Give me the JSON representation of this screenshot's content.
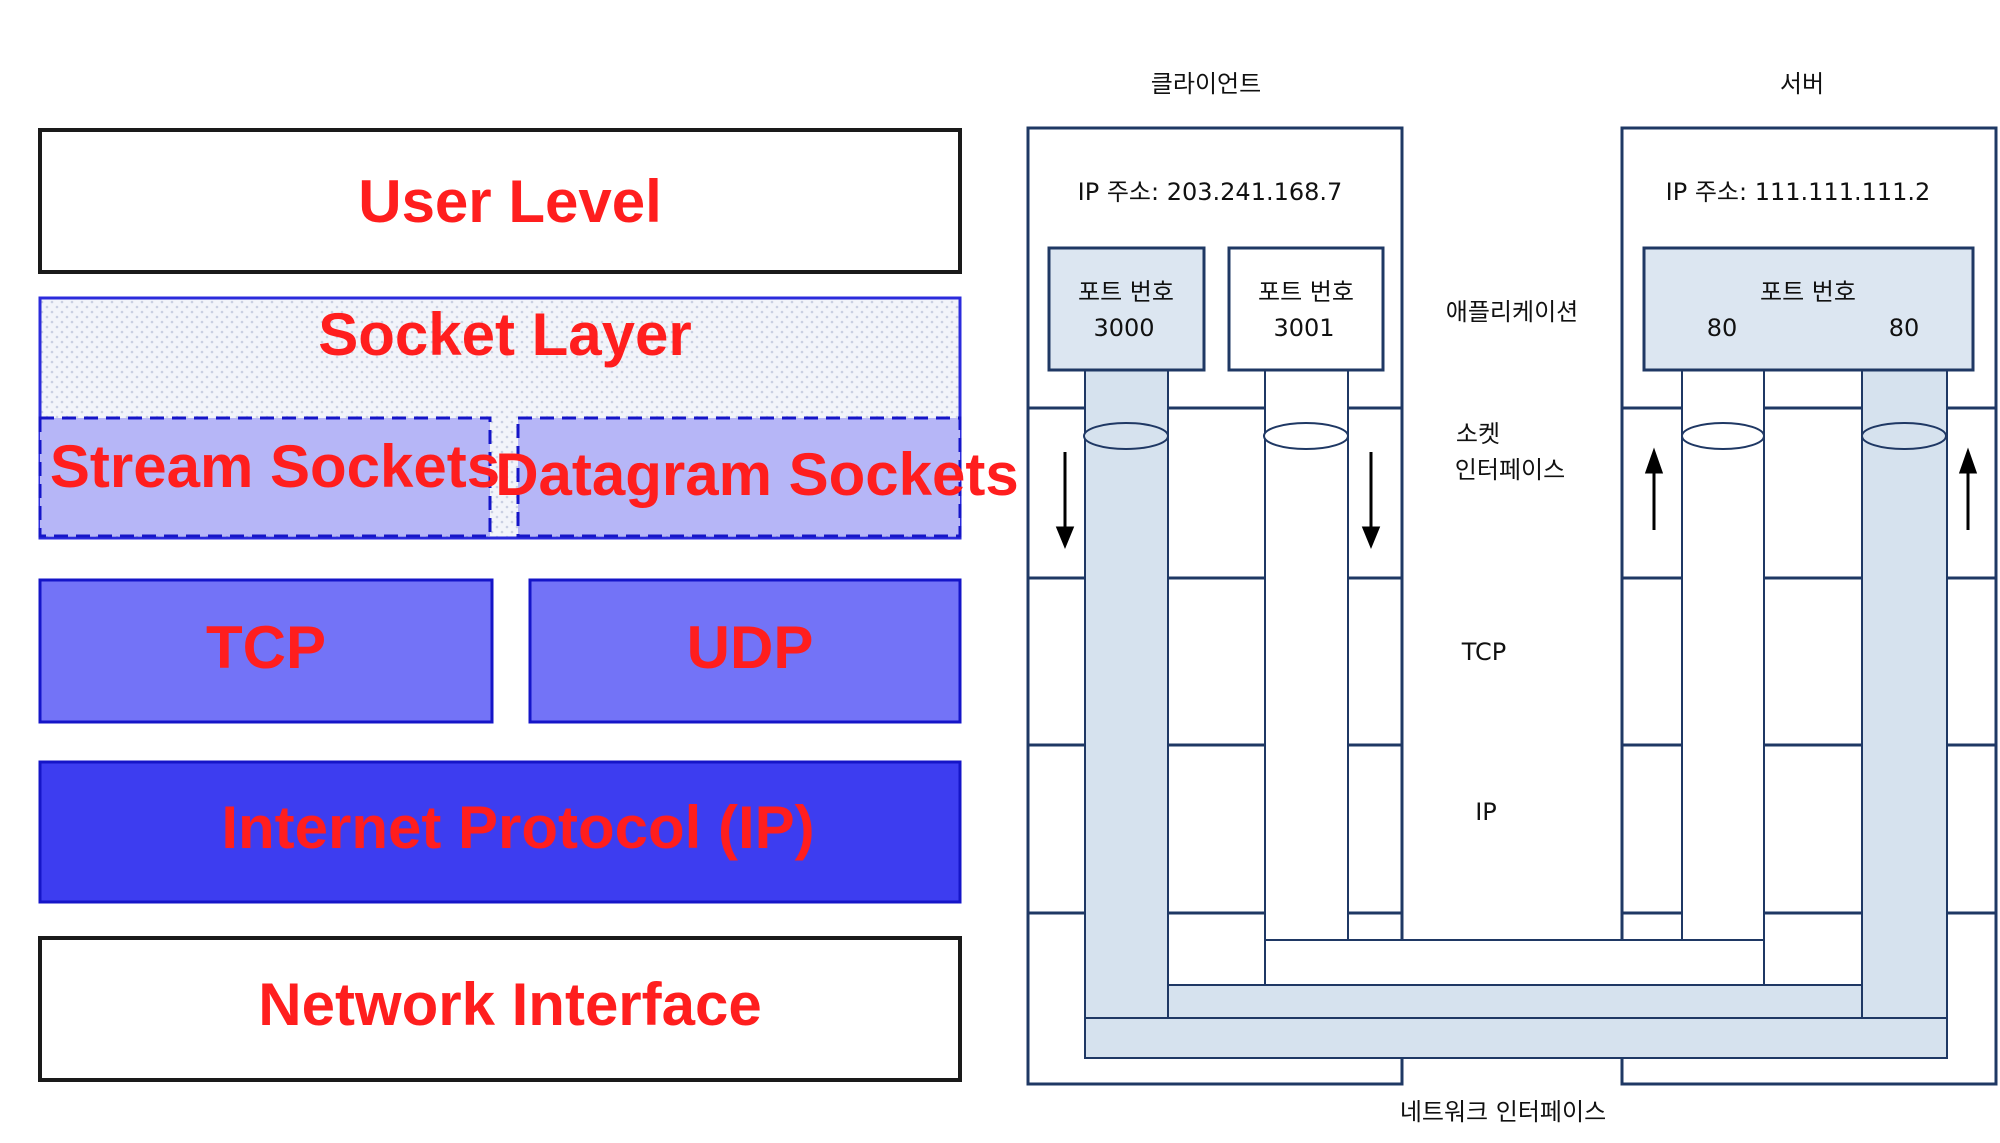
{
  "left_stack": {
    "user_level": "User Level",
    "socket_layer": "Socket Layer",
    "stream_sockets": "Stream Sockets",
    "datagram_sockets": "Datagram Sockets",
    "tcp": "TCP",
    "udp": "UDP",
    "ip": "Internet Protocol (IP)",
    "network_interface": "Network Interface"
  },
  "right_diagram": {
    "client_title": "클라이언트",
    "server_title": "서버",
    "client_ip": "IP 주소: 203.241.168.7",
    "server_ip": "IP 주소: 111.111.111.2",
    "port_label": "포트 번호",
    "client_port_1": "3000",
    "client_port_2": "3001",
    "server_port_1": "80",
    "server_port_2": "80",
    "layer_application": "애플리케이션",
    "layer_socket_1": "소켓",
    "layer_socket_2": "인터페이스",
    "layer_tcp": "TCP",
    "layer_ip": "IP",
    "network_interface": "네트워크 인터페이스"
  },
  "colors": {
    "text_red": "#ff1e1e",
    "tcp_udp_fill": "#7373f7",
    "ip_fill": "#3d3df0",
    "socket_fill": "#b6b6f7",
    "pipe_fill": "#d6e2ee",
    "port_box_fill": "#dce6f1",
    "frame_stroke": "#1f3864"
  }
}
